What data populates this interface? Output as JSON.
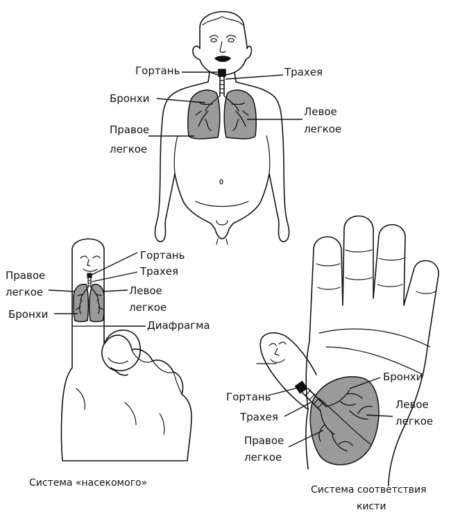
{
  "colors": {
    "lung_fill": "#9a9a9a",
    "outline": "#111111",
    "background": "#ffffff"
  },
  "body_figure": {
    "labels": {
      "larynx": "Гортань",
      "trachea": "Трахея",
      "bronchi": "Бронхи",
      "right_lung_line1": "Правое",
      "right_lung_line2": "легкое",
      "left_lung_line1": "Левое",
      "left_lung_line2": "легкое"
    }
  },
  "finger_figure": {
    "labels": {
      "larynx": "Гортань",
      "trachea": "Трахея",
      "right_lung_line1": "Правое",
      "right_lung_line2": "легкое",
      "left_lung_line1": "Левое",
      "left_lung_line2": "легкое",
      "bronchi": "Бронхи",
      "diaphragm": "Диафрагма"
    },
    "caption": "Система «насекомого»"
  },
  "hand_figure": {
    "labels": {
      "bronchi": "Бронхи",
      "larynx": "Гортань",
      "left_lung_line1": "Левое",
      "left_lung_line2": "легкое",
      "trachea": "Трахея",
      "right_lung_line1": "Правое",
      "right_lung_line2": "легкое"
    },
    "caption_line1": "Система соответствия",
    "caption_line2": "кисти"
  }
}
